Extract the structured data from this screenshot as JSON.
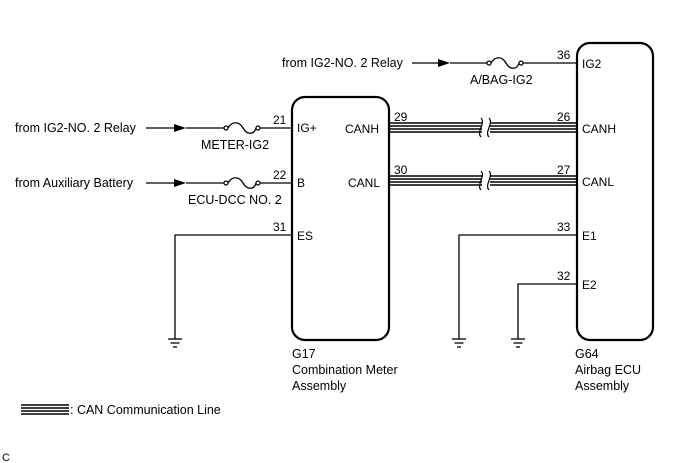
{
  "diagram": {
    "components": {
      "meter": {
        "code": "G17",
        "name_line1": "Combination Meter",
        "name_line2": "Assembly"
      },
      "airbag": {
        "code": "G64",
        "name_line1": "Airbag ECU",
        "name_line2": "Assembly"
      }
    },
    "meter_pins": {
      "ig": {
        "num": "21",
        "name": "IG+"
      },
      "b": {
        "num": "22",
        "name": "B"
      },
      "es": {
        "num": "31",
        "name": "ES"
      },
      "canh": {
        "num": "29",
        "name": "CANH"
      },
      "canl": {
        "num": "30",
        "name": "CANL"
      }
    },
    "airbag_pins": {
      "ig2": {
        "num": "36",
        "name": "IG2"
      },
      "canh": {
        "num": "26",
        "name": "CANH"
      },
      "canl": {
        "num": "27",
        "name": "CANL"
      },
      "e1": {
        "num": "33",
        "name": "E1"
      },
      "e2": {
        "num": "32",
        "name": "E2"
      }
    },
    "sources": {
      "meter_ig": "from IG2-NO. 2 Relay",
      "meter_b": "from Auxiliary Battery",
      "airbag_ig2": "from IG2-NO. 2 Relay"
    },
    "fuses": {
      "meter_ig": "METER-IG2",
      "meter_b": "ECU-DCC NO. 2",
      "airbag_ig2": "A/BAG-IG2"
    },
    "legend": {
      "label": ": CAN Communication Line"
    },
    "corner_mark": "C"
  }
}
